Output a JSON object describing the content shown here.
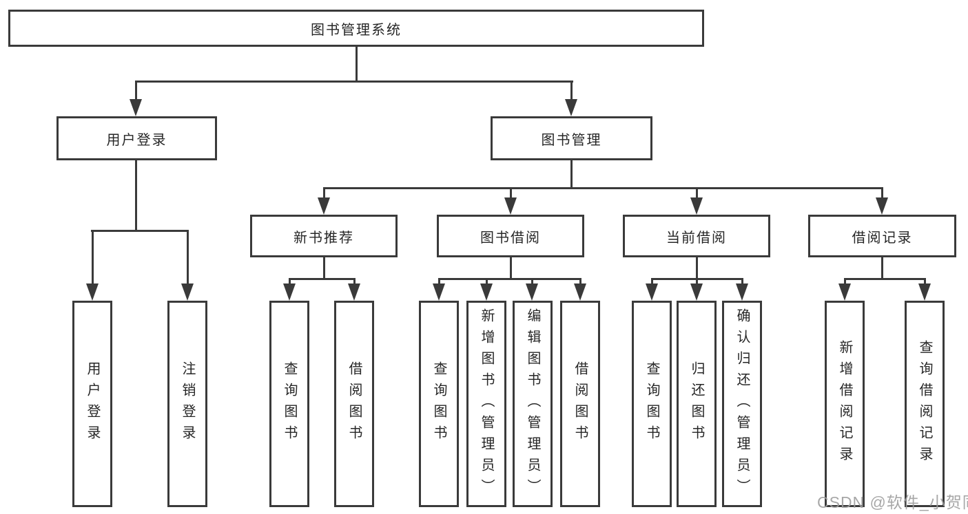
{
  "colors": {
    "line": "#3a3a3a",
    "text": "#262626",
    "watermark": "#9e9e9e"
  },
  "watermark": "CSDN @软件_小贺同学",
  "nodes": {
    "root": "图书管理系统",
    "user_login": "用户登录",
    "book_management": "图书管理",
    "new_book_recommend": "新书推荐",
    "book_borrowing": "图书借阅",
    "current_borrowing": "当前借阅",
    "borrow_records": "借阅记录",
    "leaf_user_login": "用户登录",
    "leaf_logout_login": "注销登录",
    "leaf_query_books_recommend": "查询图书",
    "leaf_borrow_books_recommend": "借阅图书",
    "leaf_query_books_borrowing": "查询图书",
    "leaf_add_books_admin": "新增图书（管理员）",
    "leaf_edit_books_admin": "编辑图书（管理员）",
    "leaf_borrow_books_borrowing": "借阅图书",
    "leaf_query_books_current": "查询图书",
    "leaf_return_books": "归还图书",
    "leaf_confirm_return_admin": "确认归还（管理员）",
    "leaf_add_borrow_record": "新增借阅记录",
    "leaf_query_borrow_record": "查询借阅记录"
  }
}
